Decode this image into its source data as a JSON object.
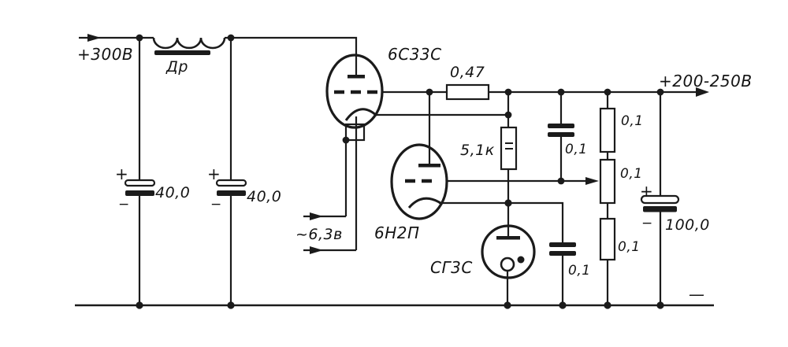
{
  "diagram": {
    "kind": "vacuum-tube series voltage regulator schematic",
    "rails": {
      "input_label": "+300В",
      "output_label": "+200-250В",
      "filament_label": "~6,3в",
      "ground_label": "—"
    },
    "components": {
      "choke": {
        "label": "Др"
      },
      "input_cap_1": {
        "label": "40,0",
        "plus": "+",
        "minus": "−"
      },
      "input_cap_2": {
        "label": "40,0",
        "plus": "+",
        "minus": "−"
      },
      "pass_tube": {
        "label": "6С33С"
      },
      "plate_resistor": {
        "label": "0,47"
      },
      "cathode_resistor": {
        "label": "5,1к"
      },
      "amp_tube": {
        "label": "6Н2П"
      },
      "ref_tube": {
        "label": "СГ3С"
      },
      "feedback_cap": {
        "label": "0,1"
      },
      "ref_cap": {
        "label": "0,1"
      },
      "divider_r1": {
        "label": "0,1"
      },
      "divider_r2": {
        "label": "0,1"
      },
      "divider_r3": {
        "label": "0,1"
      },
      "output_cap": {
        "label": "100,0",
        "plus": "+",
        "minus": "−"
      }
    }
  }
}
